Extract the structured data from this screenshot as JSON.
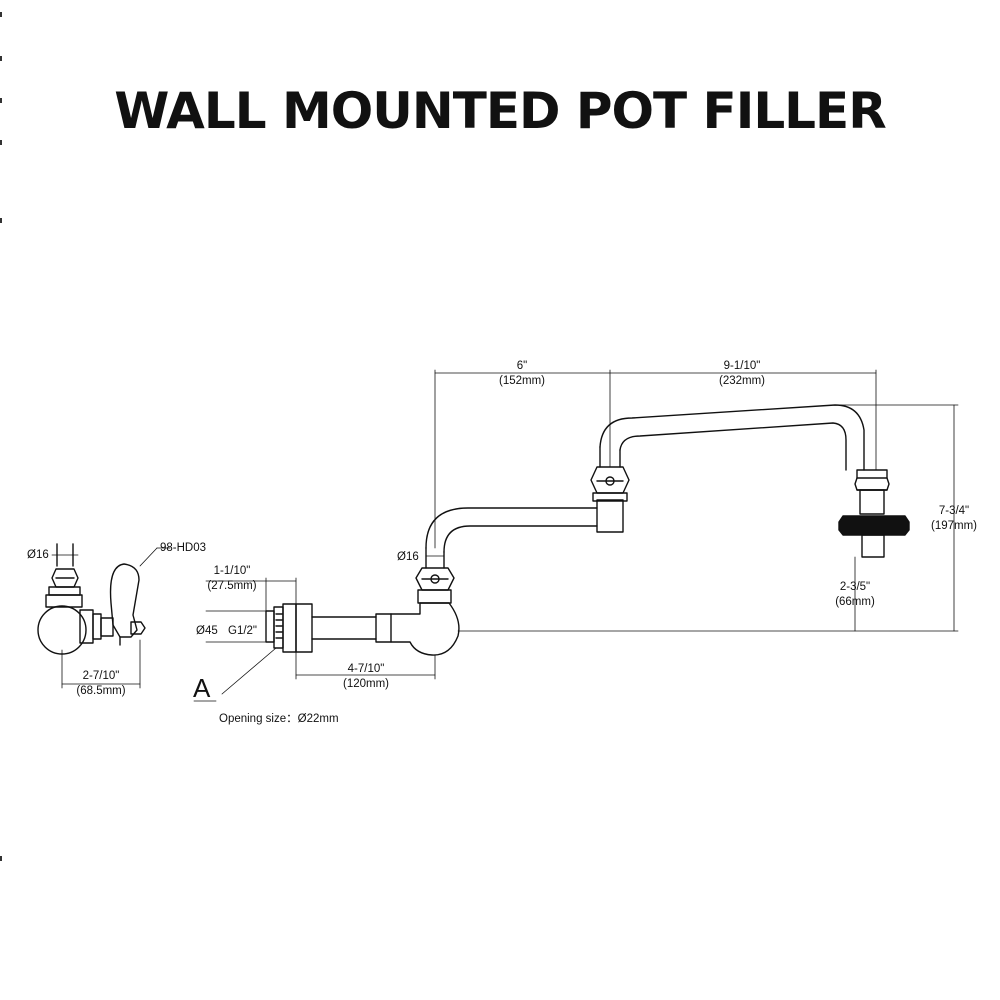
{
  "title": "WALL MOUNTED POT FILLER",
  "labels": {
    "dia16_left": "Ø16",
    "part_code": "98-HD03",
    "width_in": "2-7/10\"",
    "width_mm": "(68.5mm)",
    "flange_in": "1-1/10\"",
    "flange_mm": "(27.5mm)",
    "dia45": "Ø45",
    "thread": "G1/2\"",
    "section_marker": "A",
    "opening_size": "Opening size：Ø22mm",
    "base_in": "4-7/10\"",
    "base_mm": "(120mm)",
    "dia16_center": "Ø16",
    "arm1_in": "6\"",
    "arm1_mm": "(152mm)",
    "arm2_in": "9-1/10\"",
    "arm2_mm": "(232mm)",
    "height_in": "7-3/4\"",
    "height_mm": "(197mm)",
    "spout_in": "2-3/5\"",
    "spout_mm": "(66mm)"
  },
  "colors": {
    "line": "#111111",
    "background": "#ffffff"
  }
}
